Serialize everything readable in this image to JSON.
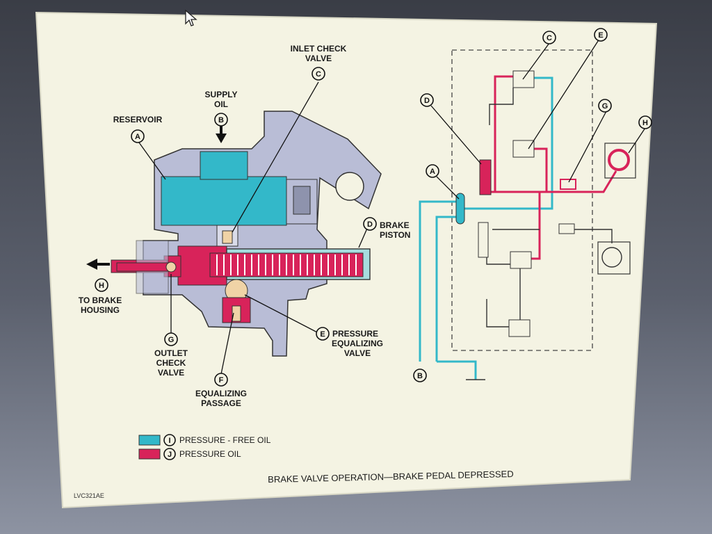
{
  "labels": {
    "inlet_check_valve": [
      "INLET CHECK",
      "VALVE"
    ],
    "supply_oil": [
      "SUPPLY",
      "OIL"
    ],
    "reservoir": "RESERVOIR",
    "brake_piston": [
      "BRAKE",
      "PISTON"
    ],
    "to_brake_housing": [
      "TO BRAKE",
      "HOUSING"
    ],
    "outlet_check_valve": [
      "OUTLET",
      "CHECK",
      "VALVE"
    ],
    "equalizing_passage": [
      "EQUALIZING",
      "PASSAGE"
    ],
    "pressure_equalizing_valve": [
      "PRESSURE",
      "EQUALIZING",
      "VALVE"
    ]
  },
  "callouts": {
    "A": "A",
    "B": "B",
    "C": "C",
    "D": "D",
    "E": "E",
    "F": "F",
    "G": "G",
    "H": "H",
    "I": "I",
    "J": "J"
  },
  "legend": [
    {
      "letter": "I",
      "text": "PRESSURE - FREE OIL",
      "color": "#33b8c9"
    },
    {
      "letter": "J",
      "text": "PRESSURE OIL",
      "color": "#d8235a"
    }
  ],
  "caption": "BRAKE VALVE OPERATION—BRAKE PEDAL DEPRESSED",
  "figure_id": "LVC321AE",
  "colors": {
    "pressure_free": "#33b8c9",
    "pressure": "#d8235a",
    "housing": "#b9bdd6",
    "paper": "#f4f3e3"
  }
}
